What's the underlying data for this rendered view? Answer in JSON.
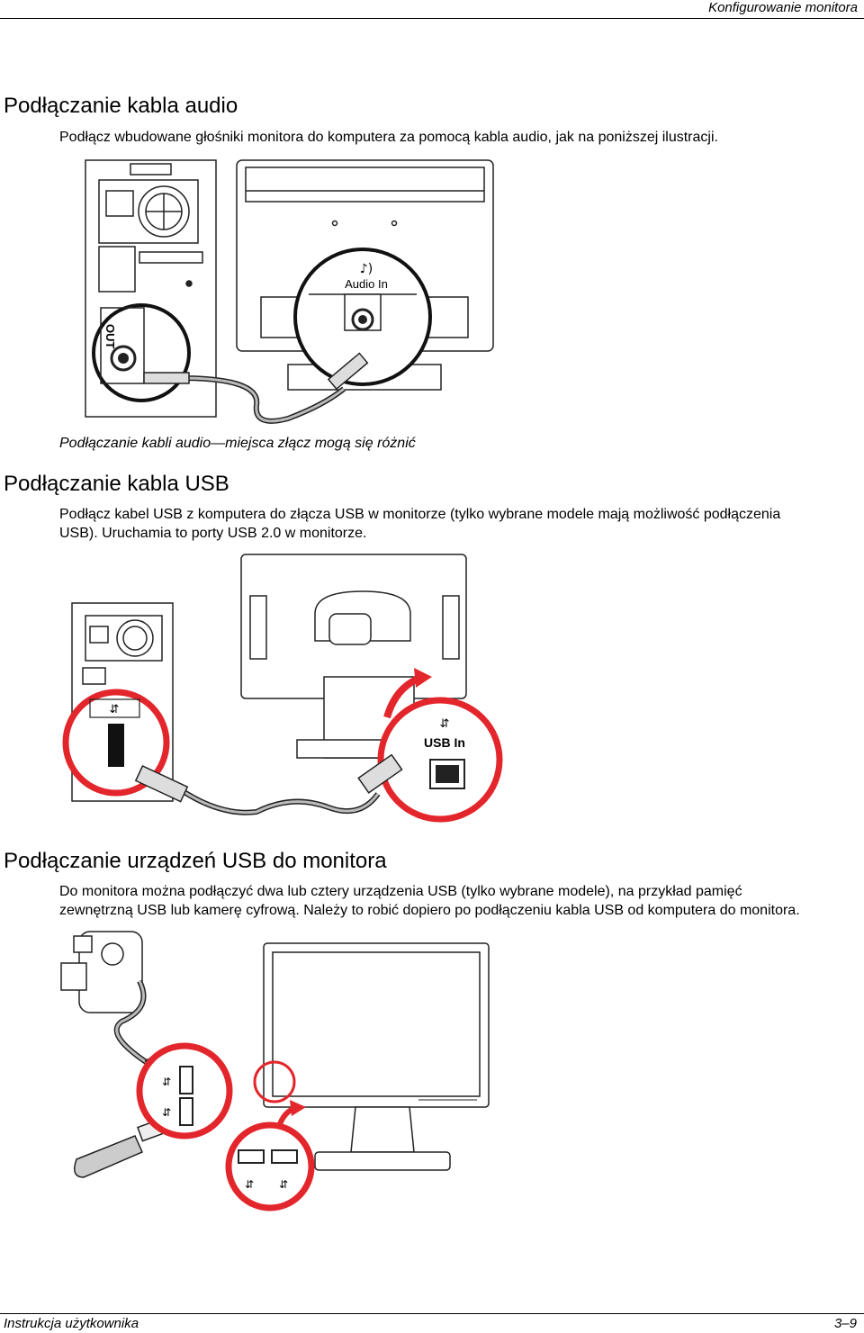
{
  "header": {
    "chapter_title": "Konfigurowanie monitora"
  },
  "sections": {
    "audio": {
      "title": "Podłączanie kabla audio",
      "body": "Podłącz wbudowane głośniki monitora do komputera za pomocą kabla audio, jak na poniższej ilustracji.",
      "figure": {
        "out_label": "OUT",
        "audio_in_label": "Audio In"
      },
      "caption": "Podłączanie kabli audio—miejsca złącz mogą się różnić"
    },
    "usb": {
      "title": "Podłączanie kabla USB",
      "body_line1": "Podłącz kabel USB z komputera do złącza USB w monitorze (tylko wybrane modele mają możliwość podłączenia",
      "body_line2": "USB). Uruchamia to porty USB 2.0 w monitorze.",
      "figure": {
        "usb_in_label": "USB In"
      }
    },
    "devices": {
      "title": "Podłączanie urządzeń USB do monitora",
      "body_line1": "Do monitora można podłączyć dwa lub cztery urządzenia USB (tylko wybrane modele), na przykład pamięć",
      "body_line2": "zewnętrzną USB lub kamerę cyfrową. Należy to robić dopiero po podłączeniu kabla USB od komputera do monitora."
    }
  },
  "footer": {
    "left": "Instrukcja użytkownika",
    "right": "3–9"
  },
  "colors": {
    "accent_red": "#e3262c",
    "line": "#222222",
    "gray": "#9a9a9a"
  }
}
